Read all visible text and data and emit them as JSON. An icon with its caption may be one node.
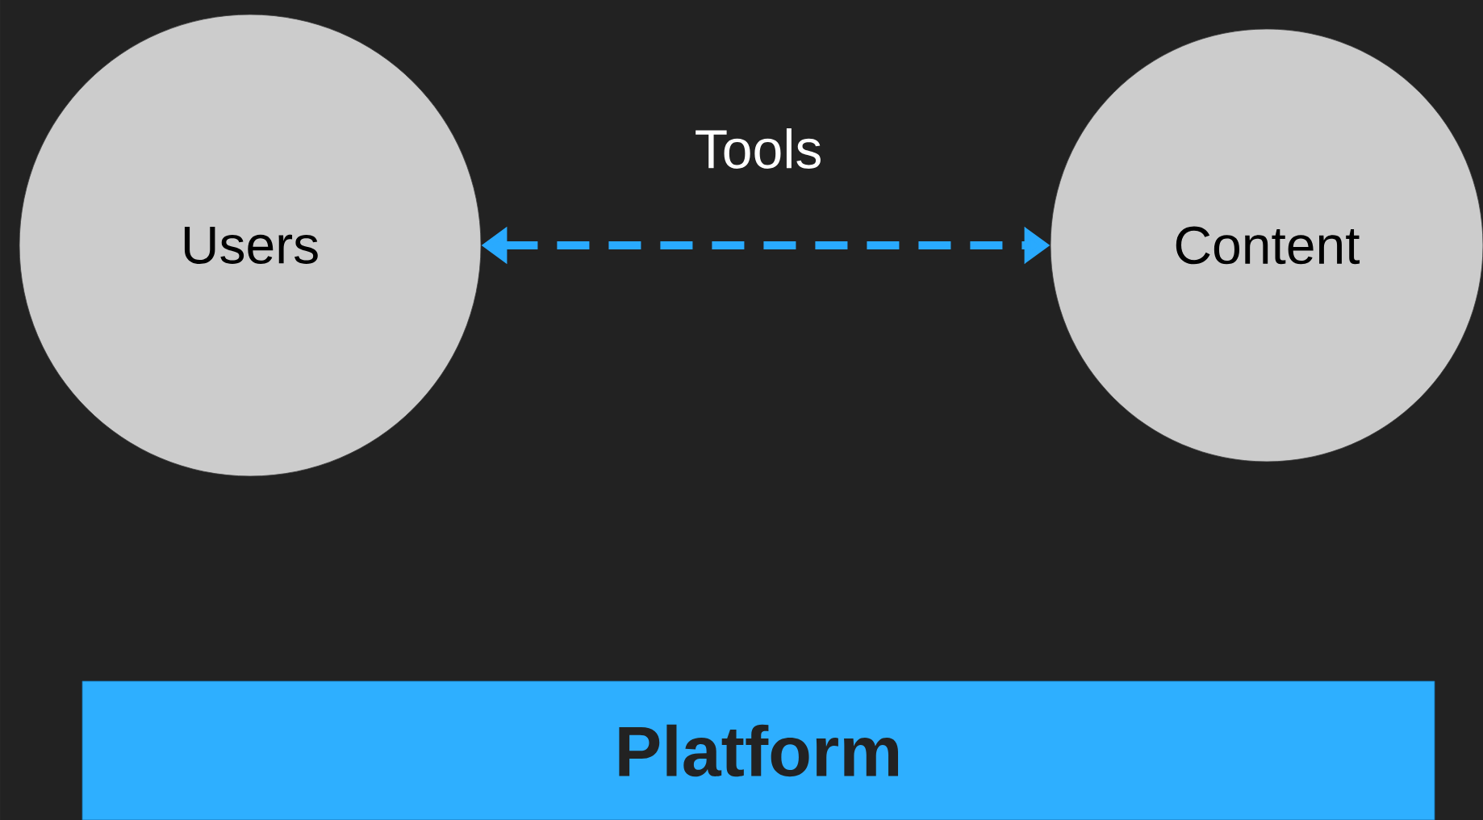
{
  "diagram": {
    "nodes": [
      {
        "text": [
          "Users"
        ]
      },
      {
        "text": [
          "Content"
        ]
      },
      {
        "text": [
          "**Platform**"
        ]
      }
    ],
    "edges": [
      {
        "from": 0,
        "to": 1,
        "arrow": "both",
        "label": "Tools",
        "style": "dashed",
        "color": "#29aaff"
      }
    ]
  }
}
